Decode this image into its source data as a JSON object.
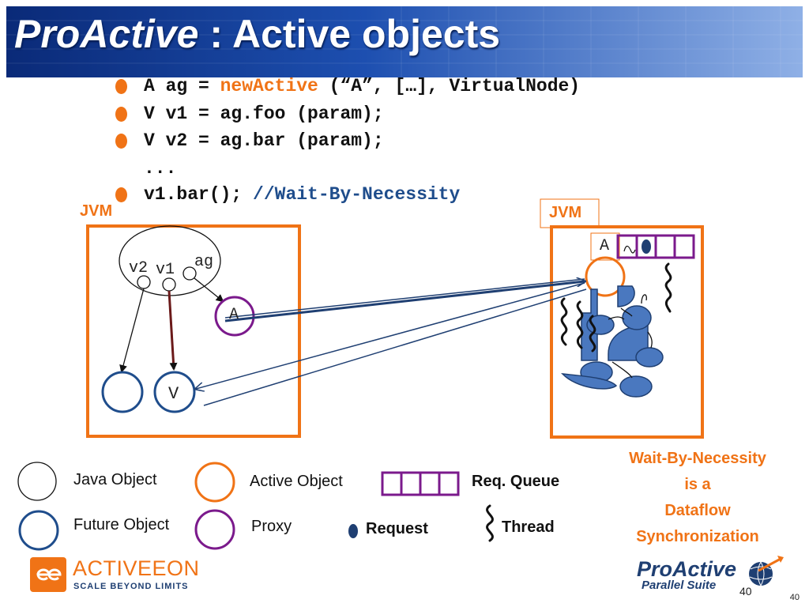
{
  "title": {
    "italic": "ProActive",
    "rest": " : Active objects"
  },
  "code": {
    "line1_pre": "A ag = ",
    "line1_kw": "newActive",
    "line1_post": " (“A”, […], VirtualNode)",
    "line2": "V v1 = ag.foo (param);",
    "line3": "V v2 = ag.bar (param);",
    "line4": "...",
    "line5_pre": "v1.bar(); ",
    "line5_comment": "//Wait-By-Necessity"
  },
  "diagram": {
    "jvm_left": "JVM",
    "jvm_right": "JVM",
    "v2": "v2",
    "v1": "v1",
    "ag": "ag",
    "proxy_a": "A",
    "future_v": "V",
    "active_a": "A"
  },
  "legend": {
    "java_object": "Java Object",
    "active_object": "Active Object",
    "req_queue": "Req. Queue",
    "future_object": "Future Object",
    "proxy": "Proxy",
    "request": "Request",
    "thread": "Thread"
  },
  "wbn": {
    "l1": "Wait-By-Necessity",
    "l2": "is a",
    "l3": "Dataflow",
    "l4": "Synchronization"
  },
  "footer": {
    "logo_left": "ACTIVEEON",
    "logo_left_tag": "SCALE BEYOND LIMITS",
    "logo_right": "ProActive",
    "logo_right_tag": "Parallel Suite",
    "page_a": "40",
    "page_b": "40"
  },
  "colors": {
    "orange": "#f07316",
    "blue": "#1f4d8c",
    "purple": "#7b1a8c",
    "navy": "#1f3f72",
    "fill_blue": "#4a78bf"
  },
  "icons": [
    "request-dot-icon",
    "thread-squiggle-icon",
    "queue-icon",
    "activeeon-logo-icon",
    "proactive-globe-icon"
  ]
}
